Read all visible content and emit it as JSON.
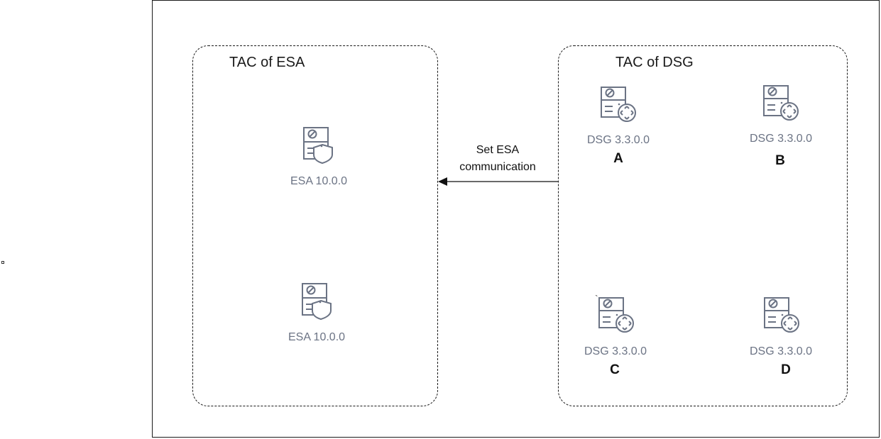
{
  "groups": {
    "esa": {
      "title": "TAC of ESA"
    },
    "dsg": {
      "title": "TAC of DSG"
    }
  },
  "nodes": {
    "esa1": {
      "label": "ESA 10.0.0",
      "icon": "esa-server-shield-icon"
    },
    "esa2": {
      "label": "ESA 10.0.0",
      "icon": "esa-server-shield-icon"
    },
    "dsgA": {
      "label": "DSG 3.3.0.0",
      "letter": "A",
      "icon": "dsg-server-gateway-icon"
    },
    "dsgB": {
      "label": "DSG 3.3.0.0",
      "letter": "B",
      "icon": "dsg-server-gateway-icon"
    },
    "dsgC": {
      "label": "DSG 3.3.0.0",
      "letter": "C",
      "icon": "dsg-server-gateway-icon",
      "mark": "`"
    },
    "dsgD": {
      "label": "DSG 3.3.0.0",
      "letter": "D",
      "icon": "dsg-server-gateway-icon"
    }
  },
  "edge": {
    "line1": "Set ESA",
    "line2": "communication"
  },
  "colors": {
    "icon": "#6b7384",
    "border": "#1a1a1a"
  }
}
